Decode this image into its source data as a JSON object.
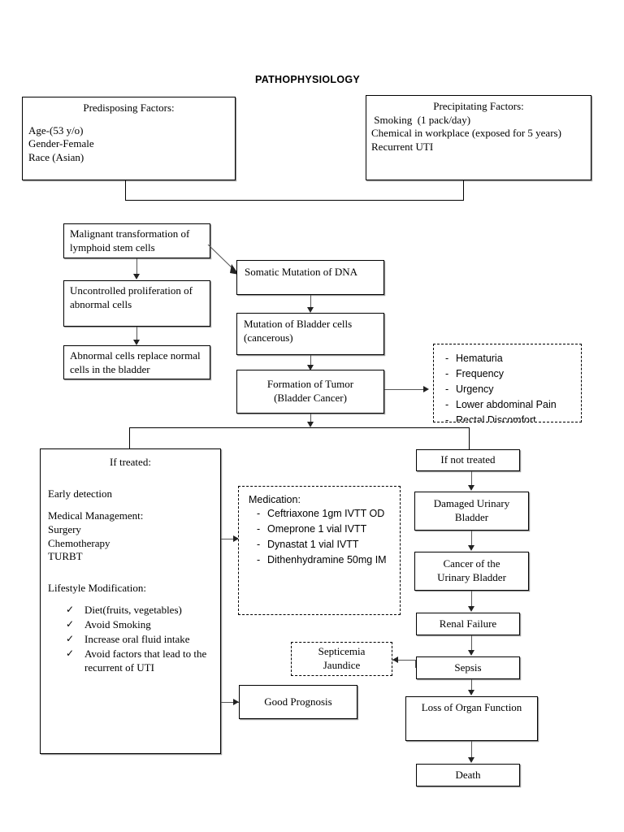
{
  "title": "PATHOPHYSIOLOGY",
  "nodes": {
    "predisposing": {
      "header": "Predisposing Factors:",
      "lines": [
        "Age-(53 y/o)",
        "Gender-Female",
        "Race (Asian)"
      ]
    },
    "precipitating": {
      "header": "Precipitating Factors:",
      "lines": [
        " Smoking  (1 pack/day)",
        "Chemical in workplace (exposed for 5 years)",
        "Recurrent UTI"
      ]
    },
    "malignant_transformation": "Malignant transformation of lymphoid stem cells",
    "uncontrolled_proliferation": "Uncontrolled proliferation of abnormal cells",
    "abnormal_cells_replace": "Abnormal cells replace normal cells in the bladder",
    "somatic_mutation": "Somatic Mutation of DNA",
    "mutation_bladder_cells": "Mutation of Bladder cells (cancerous)",
    "formation_of_tumor_line1": "Formation of Tumor",
    "formation_of_tumor_line2": "(Bladder Cancer)",
    "symptoms": {
      "bullet": "-",
      "items": [
        "Hematuria",
        "Frequency",
        "Urgency",
        "Lower abdominal Pain",
        "Rectal Discomfort"
      ]
    },
    "if_treated": {
      "header": "If treated:",
      "early_detection": "Early detection",
      "medical_management_header": "Medical Management:",
      "medical_management": [
        "Surgery",
        "Chemotherapy",
        "TURBT"
      ],
      "lifestyle_header": "Lifestyle Modification:",
      "lifestyle_items": [
        "Diet(fruits, vegetables)",
        "Avoid Smoking",
        "Increase oral fluid intake",
        "Avoid factors that lead to the recurrent of UTI"
      ],
      "check_glyph": "✓"
    },
    "medication": {
      "header": "Medication:",
      "bullet": "-",
      "items": [
        "Ceftriaxone 1gm IVTT OD",
        "Omeprone 1 vial IVTT",
        "Dynastat  1 vial IVTT",
        "Dithenhydramine 50mg IM"
      ]
    },
    "septicemia_line1": "Septicemia",
    "septicemia_line2": "Jaundice",
    "good_prognosis": "Good Prognosis",
    "if_not_treated": "If not treated",
    "damaged_bladder_line1": "Damaged Urinary",
    "damaged_bladder_line2": "Bladder",
    "cancer_bladder_line1": "Cancer of the",
    "cancer_bladder_line2": "Urinary Bladder",
    "renal_failure": "Renal Failure",
    "sepsis": "Sepsis",
    "loss_of_organ_function": "Loss of Organ Function",
    "death": "Death"
  },
  "colors": {
    "ink": "#000000",
    "paper": "#ffffff",
    "connector": "#555555",
    "shadow": "#9a9a9a"
  }
}
